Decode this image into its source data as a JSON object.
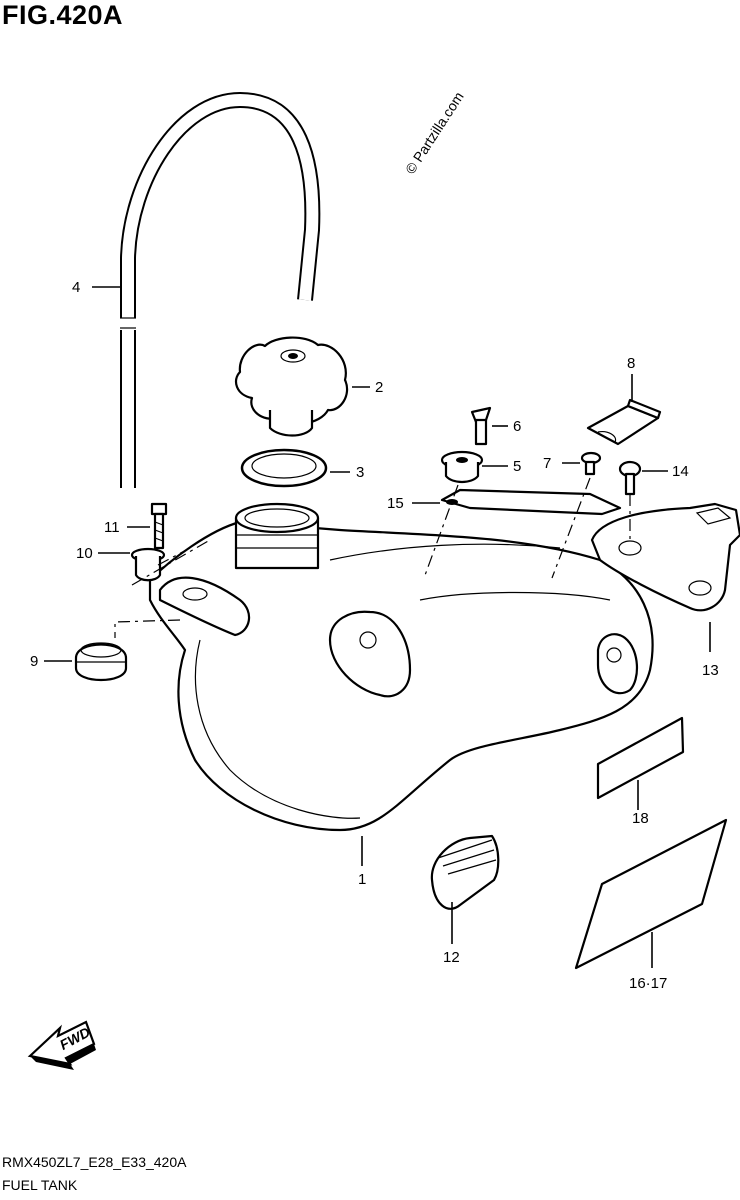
{
  "figure": {
    "title": "FIG.420A",
    "watermark": "© Partzilla.com",
    "model_code": "RMX450ZL7_E28_E33_420A",
    "section_name": "FUEL TANK",
    "direction_label": "FWD"
  },
  "callouts": {
    "c1": "1",
    "c2": "2",
    "c3": "3",
    "c4": "4",
    "c5": "5",
    "c6": "6",
    "c7": "7",
    "c8": "8",
    "c9": "9",
    "c10": "10",
    "c11": "11",
    "c12": "12",
    "c13": "13",
    "c14": "14",
    "c15": "15",
    "c16_17": "16·17",
    "c18": "18"
  }
}
